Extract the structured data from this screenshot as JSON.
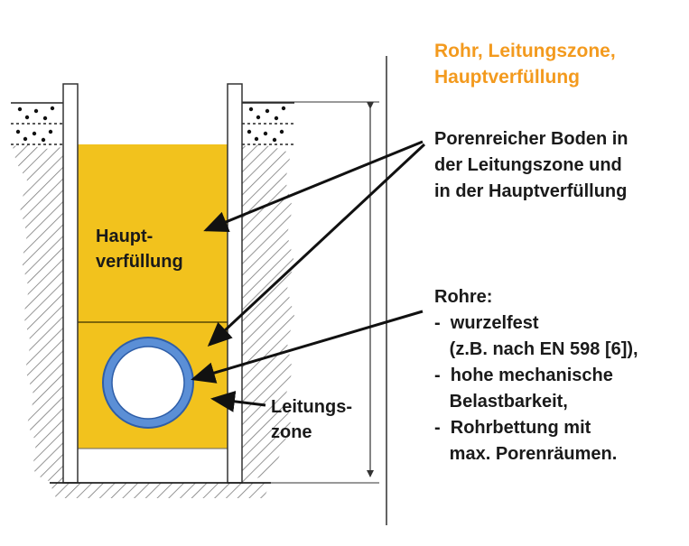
{
  "title": {
    "line1": "Rohr, Leitungszone,",
    "line2": "Hauptverfüllung"
  },
  "note_soil": {
    "lines": [
      "Porenreicher Boden in",
      "der Leitungszone und",
      "in der Hauptverfüllung"
    ]
  },
  "note_pipes": {
    "heading": "Rohre:",
    "lines": [
      "-  wurzelfest",
      "   (z.B. nach EN 598 [6]),",
      "-  hohe mechanische",
      "   Belastbarkeit,",
      "-  Rohrbettung mit",
      "   max. Porenräumen."
    ]
  },
  "zone_main": {
    "line1": "Haupt-",
    "line2": "verfüllung"
  },
  "zone_pipe": {
    "line1": "Leitungs-",
    "line2": "zone"
  },
  "colors": {
    "fill": "#f2c21d",
    "pipe": "#5b8fd6",
    "title": "#f39a1e",
    "ink": "#1a1a1a"
  }
}
